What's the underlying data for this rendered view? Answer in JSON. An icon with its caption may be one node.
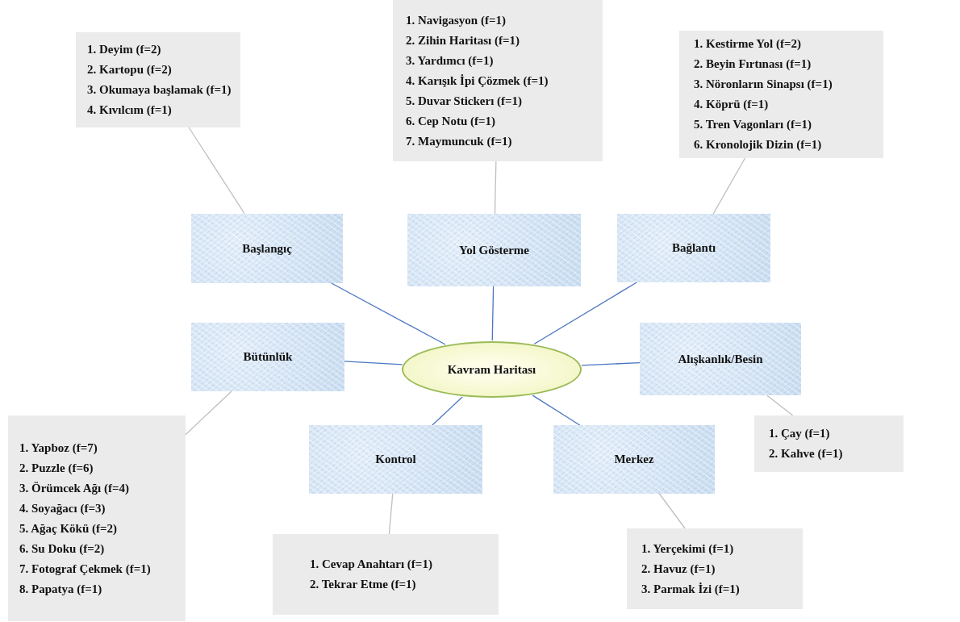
{
  "diagram": {
    "nodes": [
      {
        "text": [
          "1. Deyim (f=2)",
          "2. Kartopu (f=2)",
          "3. Okumaya başlamak (f=1)",
          "4. Kıvılcım (f=1)"
        ]
      },
      {
        "text": [
          "1. Navigasyon (f=1)",
          "2. Zihin Haritası (f=1)",
          "3. Yardımcı (f=1)",
          "4. Karışık İpi Çözmek (f=1)",
          "5. Duvar Stickerı (f=1)",
          "6. Cep Notu (f=1)",
          "7. Maymuncuk (f=1)"
        ]
      },
      {
        "text": [
          "1. Kestirme Yol (f=2)",
          "2. Beyin Fırtınası (f=1)",
          "3. Nöronların Sinapsı (f=1)",
          "4. Köprü (f=1)",
          "5. Tren Vagonları (f=1)",
          "6. Kronolojik Dizin (f=1)"
        ]
      },
      {
        "text": [
          "Başlangıç"
        ]
      },
      {
        "text": [
          "Yol Gösterme"
        ]
      },
      {
        "text": [
          "Bağlantı"
        ]
      },
      {
        "text": [
          "Bütünlük"
        ]
      },
      {
        "text": [
          "Kavram Haritası"
        ]
      },
      {
        "text": [
          "Alışkanlık/Besin"
        ]
      },
      {
        "text": [
          "1. Çay (f=1)",
          "2. Kahve (f=1)"
        ]
      },
      {
        "text": [
          "1. Yapboz (f=7)",
          "2. Puzzle (f=6)",
          "3. Örümcek Ağı (f=4)",
          "4. Soyağacı (f=3)",
          "5. Ağaç Kökü (f=2)",
          "6. Su Doku (f=2)",
          "7. Fotograf Çekmek (f=1)",
          "8. Papatya (f=1)"
        ]
      },
      {
        "text": [
          "Kontrol"
        ]
      },
      {
        "text": [
          "Merkez"
        ]
      },
      {
        "text": [
          "1. Cevap Anahtarı (f=1)",
          "2. Tekrar Etme (f=1)"
        ]
      },
      {
        "text": [
          "1. Yerçekimi (f=1)",
          "2. Havuz (f=1)",
          "3. Parmak İzi (f=1)"
        ]
      }
    ],
    "edges": [
      {
        "from": 7,
        "to": 3,
        "arrow": "none"
      },
      {
        "from": 7,
        "to": 4,
        "arrow": "none"
      },
      {
        "from": 7,
        "to": 5,
        "arrow": "none"
      },
      {
        "from": 7,
        "to": 6,
        "arrow": "none"
      },
      {
        "from": 7,
        "to": 8,
        "arrow": "none"
      },
      {
        "from": 7,
        "to": 11,
        "arrow": "none"
      },
      {
        "from": 7,
        "to": 12,
        "arrow": "none"
      },
      {
        "from": 3,
        "to": 0,
        "arrow": "none",
        "color": "#bfbfbf"
      },
      {
        "from": 4,
        "to": 1,
        "arrow": "none",
        "color": "#bfbfbf"
      },
      {
        "from": 5,
        "to": 2,
        "arrow": "none",
        "color": "#bfbfbf"
      },
      {
        "from": 8,
        "to": 9,
        "arrow": "none",
        "color": "#bfbfbf"
      },
      {
        "from": 6,
        "to": 10,
        "arrow": "none",
        "color": "#bfbfbf"
      },
      {
        "from": 11,
        "to": 13,
        "arrow": "none",
        "color": "#bfbfbf"
      },
      {
        "from": 12,
        "to": 14,
        "arrow": "none",
        "color": "#bfbfbf"
      }
    ]
  }
}
